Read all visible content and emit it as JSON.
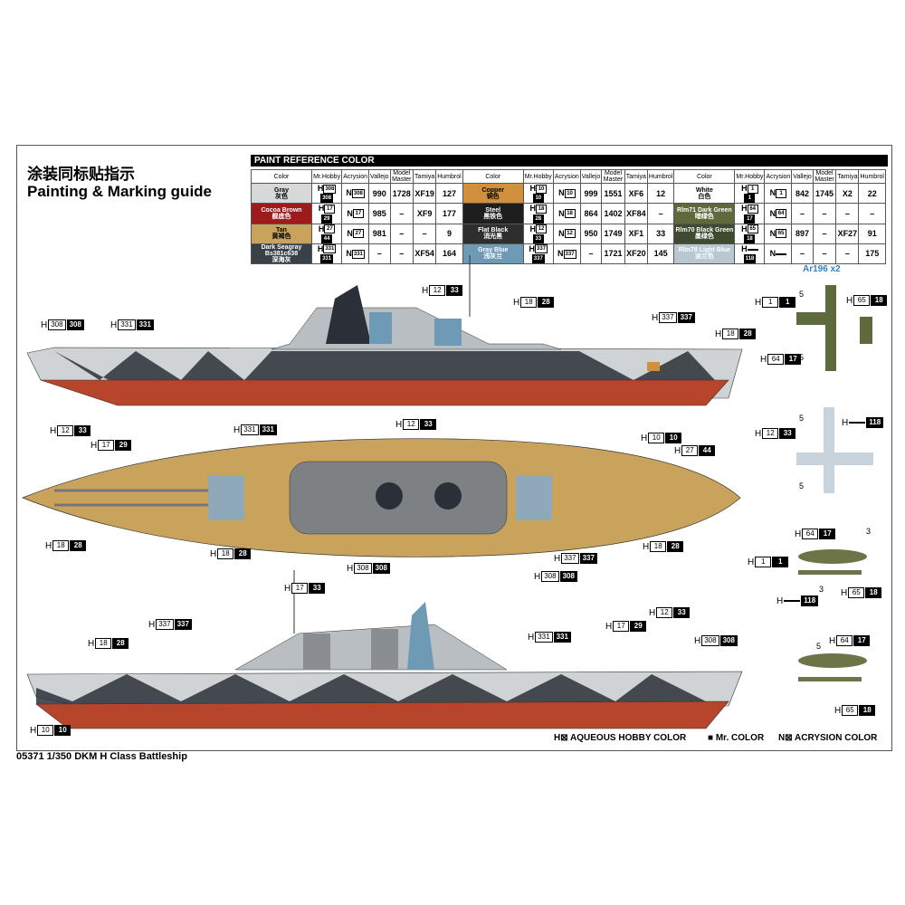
{
  "title_cn": "涂装同标贴指示",
  "title_en": "Painting & Marking guide",
  "paint_table": {
    "title": "PAINT REFERENCE COLOR",
    "headers": [
      "Color",
      "Mr.Hobby",
      "Acrysion",
      "Vallejo",
      "Model Master",
      "Tamiya",
      "Humbrol"
    ],
    "rows": [
      [
        {
          "name": "Gray",
          "cn": "灰色",
          "color": "#d6d8da",
          "fg": "#000",
          "h": [
            "308",
            "308"
          ],
          "n": "308",
          "vallejo": "990",
          "mm": "1728",
          "tamiya": "XF19",
          "humbrol": "127"
        },
        {
          "name": "Copper",
          "cn": "铜色",
          "color": "#d0903e",
          "fg": "#000",
          "h": [
            "10",
            "10"
          ],
          "n": "10",
          "vallejo": "999",
          "mm": "1551",
          "tamiya": "XF6",
          "humbrol": "12"
        },
        {
          "name": "White",
          "cn": "白色",
          "color": "#ffffff",
          "fg": "#000",
          "h": [
            "1",
            "1"
          ],
          "n": "1",
          "vallejo": "842",
          "mm": "1745",
          "tamiya": "X2",
          "humbrol": "22"
        }
      ],
      [
        {
          "name": "Cocoa Brown",
          "cn": "舰底色",
          "color": "#9c1c1c",
          "fg": "#fff",
          "h": [
            "17",
            "29"
          ],
          "n": "17",
          "vallejo": "985",
          "mm": "–",
          "tamiya": "XF9",
          "humbrol": "177"
        },
        {
          "name": "Steel",
          "cn": "黑铁色",
          "color": "#1e1e1e",
          "fg": "#fff",
          "h": [
            "18",
            "28"
          ],
          "n": "18",
          "vallejo": "864",
          "mm": "1402",
          "tamiya": "XF84",
          "humbrol": "–"
        },
        {
          "name": "Rlm71 Dark Green",
          "cn": "暗绿色",
          "color": "#5e6a3c",
          "fg": "#fff",
          "h": [
            "64",
            "17"
          ],
          "n": "64",
          "vallejo": "–",
          "mm": "–",
          "tamiya": "–",
          "humbrol": "–"
        }
      ],
      [
        {
          "name": "Tan",
          "cn": "黄褐色",
          "color": "#c9a35c",
          "fg": "#000",
          "h": [
            "27",
            "44"
          ],
          "n": "27",
          "vallejo": "981",
          "mm": "–",
          "tamiya": "–",
          "humbrol": "9"
        },
        {
          "name": "Flat Black",
          "cn": "消光黑",
          "color": "#2e2e2e",
          "fg": "#fff",
          "h": [
            "12",
            "33"
          ],
          "n": "12",
          "vallejo": "950",
          "mm": "1749",
          "tamiya": "XF1",
          "humbrol": "33"
        },
        {
          "name": "Rlm70 Black Green",
          "cn": "墨绿色",
          "color": "#3f4a30",
          "fg": "#fff",
          "h": [
            "65",
            "18"
          ],
          "n": "65",
          "vallejo": "897",
          "mm": "–",
          "tamiya": "XF27",
          "humbrol": "91"
        }
      ],
      [
        {
          "name": "Dark Seagray Bs381c638",
          "cn": "深海灰",
          "color": "#3a4048",
          "fg": "#fff",
          "h": [
            "331",
            "331"
          ],
          "n": "331",
          "vallejo": "–",
          "mm": "–",
          "tamiya": "XF54",
          "humbrol": "164"
        },
        {
          "name": "Gray Blue",
          "cn": "浅灰兰",
          "color": "#6f9ab5",
          "fg": "#fff",
          "h": [
            "337",
            "337"
          ],
          "n": "337",
          "vallejo": "–",
          "mm": "1721",
          "tamiya": "XF20",
          "humbrol": "145"
        },
        {
          "name": "Rlm78 Light Blue",
          "cn": "淡兰色",
          "color": "#b9c7d3",
          "fg": "#fff",
          "h": [
            "",
            "118"
          ],
          "n": "",
          "vallejo": "–",
          "mm": "–",
          "tamiya": "–",
          "humbrol": "175"
        }
      ]
    ]
  },
  "callouts": [
    {
      "a": "308",
      "b": "308"
    },
    {
      "a": "331",
      "b": "331"
    },
    {
      "a": "12",
      "b": "33"
    },
    {
      "a": "18",
      "b": "28"
    },
    {
      "a": "337",
      "b": "337"
    },
    {
      "a": "18",
      "b": "28"
    },
    {
      "a": "12",
      "b": "33"
    },
    {
      "a": "17",
      "b": "29"
    },
    {
      "a": "10",
      "b": "10"
    },
    {
      "a": "331",
      "b": "331"
    },
    {
      "a": "12",
      "b": "33"
    },
    {
      "a": "27",
      "b": "44"
    },
    {
      "a": "18",
      "b": "28"
    },
    {
      "a": "18",
      "b": "28"
    },
    {
      "a": "308",
      "b": "308"
    },
    {
      "a": "337",
      "b": "337"
    },
    {
      "a": "308",
      "b": "308"
    },
    {
      "a": "18",
      "b": "28"
    },
    {
      "a": "17",
      "b": "33"
    },
    {
      "a": "337",
      "b": "337"
    },
    {
      "a": "18",
      "b": "28"
    },
    {
      "a": "12",
      "b": "33"
    },
    {
      "a": "17",
      "b": "29"
    },
    {
      "a": "331",
      "b": "331"
    },
    {
      "a": "308",
      "b": "308"
    },
    {
      "a": "10",
      "b": "10"
    },
    {
      "a": "1",
      "b": "1"
    },
    {
      "a": "65",
      "b": "18"
    },
    {
      "a": "64",
      "b": "17"
    },
    {
      "a": "12",
      "b": "33"
    },
    {
      "a": "",
      "b": "118"
    },
    {
      "a": "64",
      "b": "17"
    },
    {
      "a": "1",
      "b": "1"
    },
    {
      "a": "",
      "b": "118"
    },
    {
      "a": "65",
      "b": "18"
    },
    {
      "a": "64",
      "b": "17"
    },
    {
      "a": "65",
      "b": "18"
    }
  ],
  "h_prefix": "H",
  "n_prefix": "N",
  "aircraft_label": "Ar196 x2",
  "decal_numbers": [
    "5",
    "5",
    "5",
    "5",
    "3",
    "3",
    "5"
  ],
  "legend": {
    "aqueous": "AQUEOUS HOBBY COLOR",
    "mr": "Mr. COLOR",
    "acrysion": "ACRYSION COLOR"
  },
  "footer": "05371 1/350 DKM H Class Battleship"
}
